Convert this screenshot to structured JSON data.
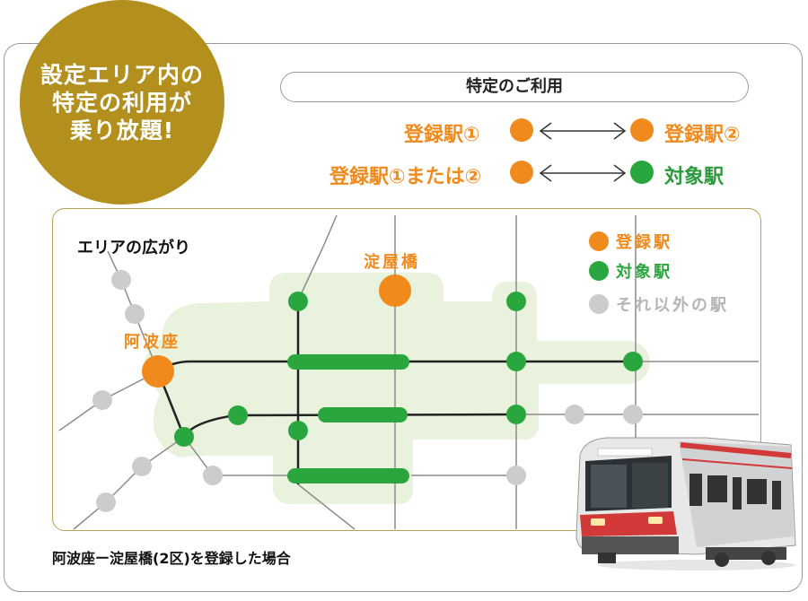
{
  "badge": {
    "text": "設定エリア内の\n特定の利用が\n乗り放題!"
  },
  "usage": {
    "title": "特定のご利用",
    "row1_left": "登録駅①",
    "row1_right": "登録駅②",
    "row2_left": "登録駅①または②",
    "row2_right": "対象駅"
  },
  "map": {
    "area_title": "エリアの広がり",
    "stations": {
      "yodoyabashi": "淀屋橋",
      "awaza": "阿波座"
    },
    "legend": [
      {
        "label": "登録駅",
        "color": "#f08a1c"
      },
      {
        "label": "対象駅",
        "color": "#2aa63f"
      },
      {
        "label": "それ以外の駅",
        "color": "#cccccc"
      }
    ]
  },
  "caption": "阿波座ー淀屋橋(2区)を登録した場合",
  "colors": {
    "registered": "#f08a1c",
    "target": "#2aa63f",
    "other": "#cccccc",
    "badge": "#b38f1e",
    "area": "#e8f2dc"
  }
}
